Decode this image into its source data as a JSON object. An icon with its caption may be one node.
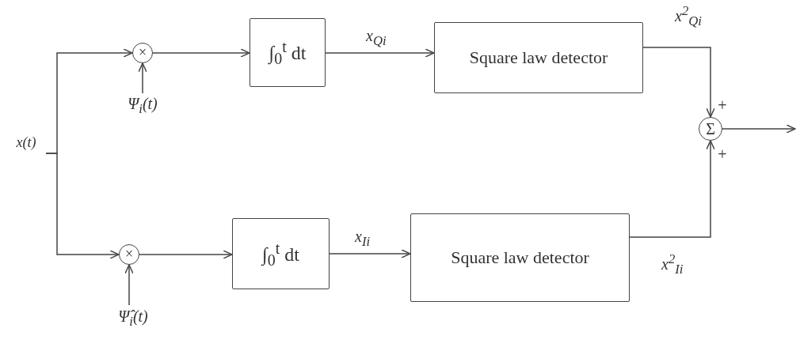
{
  "diagram": {
    "nodes": [
      {
        "text": [
          "x(t)"
        ]
      },
      {
        "text": [
          "×"
        ]
      },
      {
        "text": [
          "Ψ$_{i}$(t)"
        ]
      },
      {
        "text": [
          "∫$_{0}$$^{t}$ dt"
        ]
      },
      {
        "text": [
          "Square law detector"
        ]
      },
      {
        "text": [
          "Σ"
        ]
      },
      {
        "text": [
          "×"
        ]
      },
      {
        "text": [
          "Ψ̂$_{i}$(t)"
        ]
      },
      {
        "text": [
          "∫$_{0}$$^{t}$ dt"
        ]
      },
      {
        "text": [
          "Square law detector"
        ]
      }
    ],
    "edges": [
      {
        "from": 0,
        "to": 1,
        "arrow": "to"
      },
      {
        "from": 0,
        "to": 6,
        "arrow": "to"
      },
      {
        "from": 2,
        "to": 1,
        "arrow": "to"
      },
      {
        "from": 7,
        "to": 6,
        "arrow": "to"
      },
      {
        "from": 1,
        "to": 3,
        "arrow": "to"
      },
      {
        "from": 6,
        "to": 8,
        "arrow": "to"
      },
      {
        "from": 3,
        "to": 4,
        "arrow": "to",
        "label": "x$_{Qi}$"
      },
      {
        "from": 8,
        "to": 9,
        "arrow": "to",
        "label": "x$_{Ii}$"
      },
      {
        "from": 4,
        "to": 5,
        "arrow": "to"
      },
      {
        "from": 9,
        "to": 5,
        "arrow": "to"
      },
      {
        "from": 5,
        "to": null,
        "arrow": "to"
      }
    ],
    "labels": [
      "x$^{2}$$_{Qi}$",
      "+",
      "+",
      "x$^{2}$$_{Ii}$"
    ]
  }
}
